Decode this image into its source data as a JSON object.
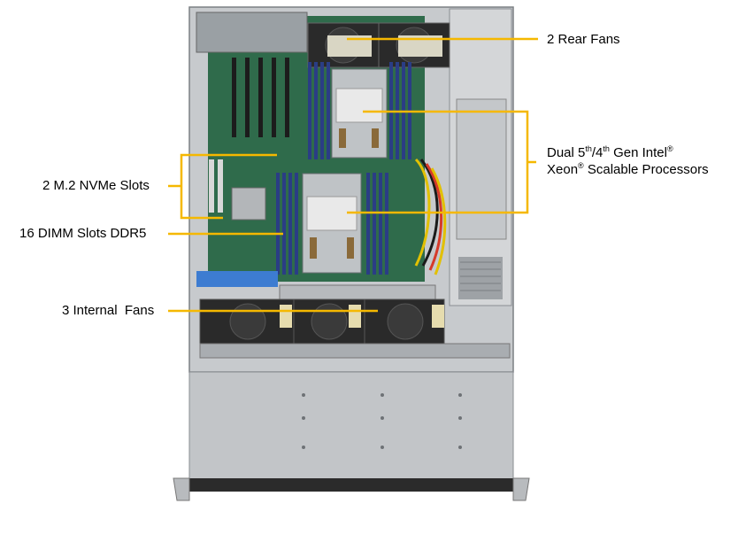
{
  "callouts": {
    "rear_fans": "2 Rear Fans",
    "processors_line1_a": "Dual 5",
    "processors_line1_sup1": "th",
    "processors_line1_b": "/4",
    "processors_line1_sup2": "th",
    "processors_line1_c": " Gen Intel",
    "processors_line1_sup3": "®",
    "processors_line2_a": "Xeon",
    "processors_line2_sup": "®",
    "processors_line2_b": " Scalable Processors",
    "nvme": "2 M.2 NVMe Slots",
    "dimm": "16 DIMM Slots DDR5",
    "internal_fans": "3 Internal  Fans"
  },
  "colors": {
    "callout_line": "#f5b800",
    "chassis": "#c9cccf",
    "board": "#2e6b4a",
    "dimm": "#2a3a7a",
    "airflow_shroud": "#3c7bd0"
  }
}
